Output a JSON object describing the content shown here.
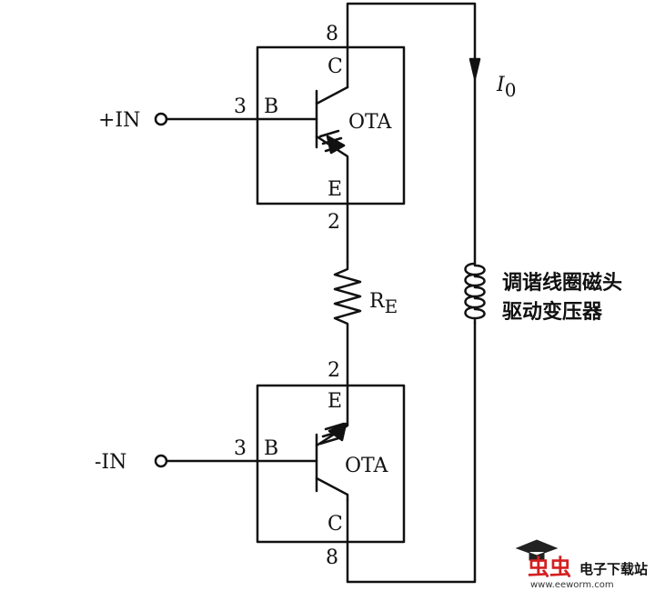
{
  "top_ota": {
    "pin_c_number": "8",
    "pin_c_label": "C",
    "pin_b_number": "3",
    "pin_b_label": "B",
    "pin_e_label": "E",
    "pin_e_number": "2",
    "name": "OTA"
  },
  "bottom_ota": {
    "pin_e_number": "2",
    "pin_e_label": "E",
    "pin_b_number": "3",
    "pin_b_label": "B",
    "pin_c_label": "C",
    "pin_c_number": "8",
    "name": "OTA"
  },
  "inputs": {
    "plus": "+IN",
    "minus": "-IN"
  },
  "resistor": {
    "label_main": "R",
    "label_sub": "E"
  },
  "current": {
    "label_main": "I",
    "label_sub": "0"
  },
  "coil": {
    "line1": "调谐线圈磁头",
    "line2": "驱动变压器"
  },
  "watermark": {
    "brand": "虫虫",
    "site_cn": "电子下载站",
    "url": "www.eeworm.com"
  },
  "colors": {
    "line": "#111111",
    "watermark_red": "#d42020"
  }
}
